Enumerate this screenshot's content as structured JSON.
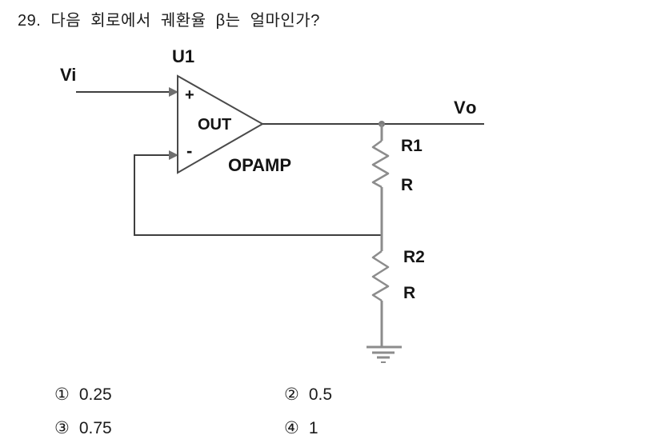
{
  "question": {
    "text": "29. 다음 회로에서 궤환율 β는 얼마인가?"
  },
  "circuit": {
    "opamp_ref": "U1",
    "input_label": "Vi",
    "output_label": "Vo",
    "noninverting_pin": "+",
    "inverting_pin": "-",
    "output_pin": "OUT",
    "opamp_type": "OPAMP",
    "r1_ref": "R1",
    "r1_value": "R",
    "r2_ref": "R2",
    "r2_value": "R"
  },
  "options": [
    {
      "marker": "①",
      "value": "0.25"
    },
    {
      "marker": "②",
      "value": "0.5"
    },
    {
      "marker": "③",
      "value": "0.75"
    },
    {
      "marker": "④",
      "value": "1"
    }
  ],
  "colors": {
    "wire_dark": "#3f3f3f",
    "wire_gray": "#8c8c8c",
    "label_text": "#141414",
    "background": "#ffffff"
  }
}
